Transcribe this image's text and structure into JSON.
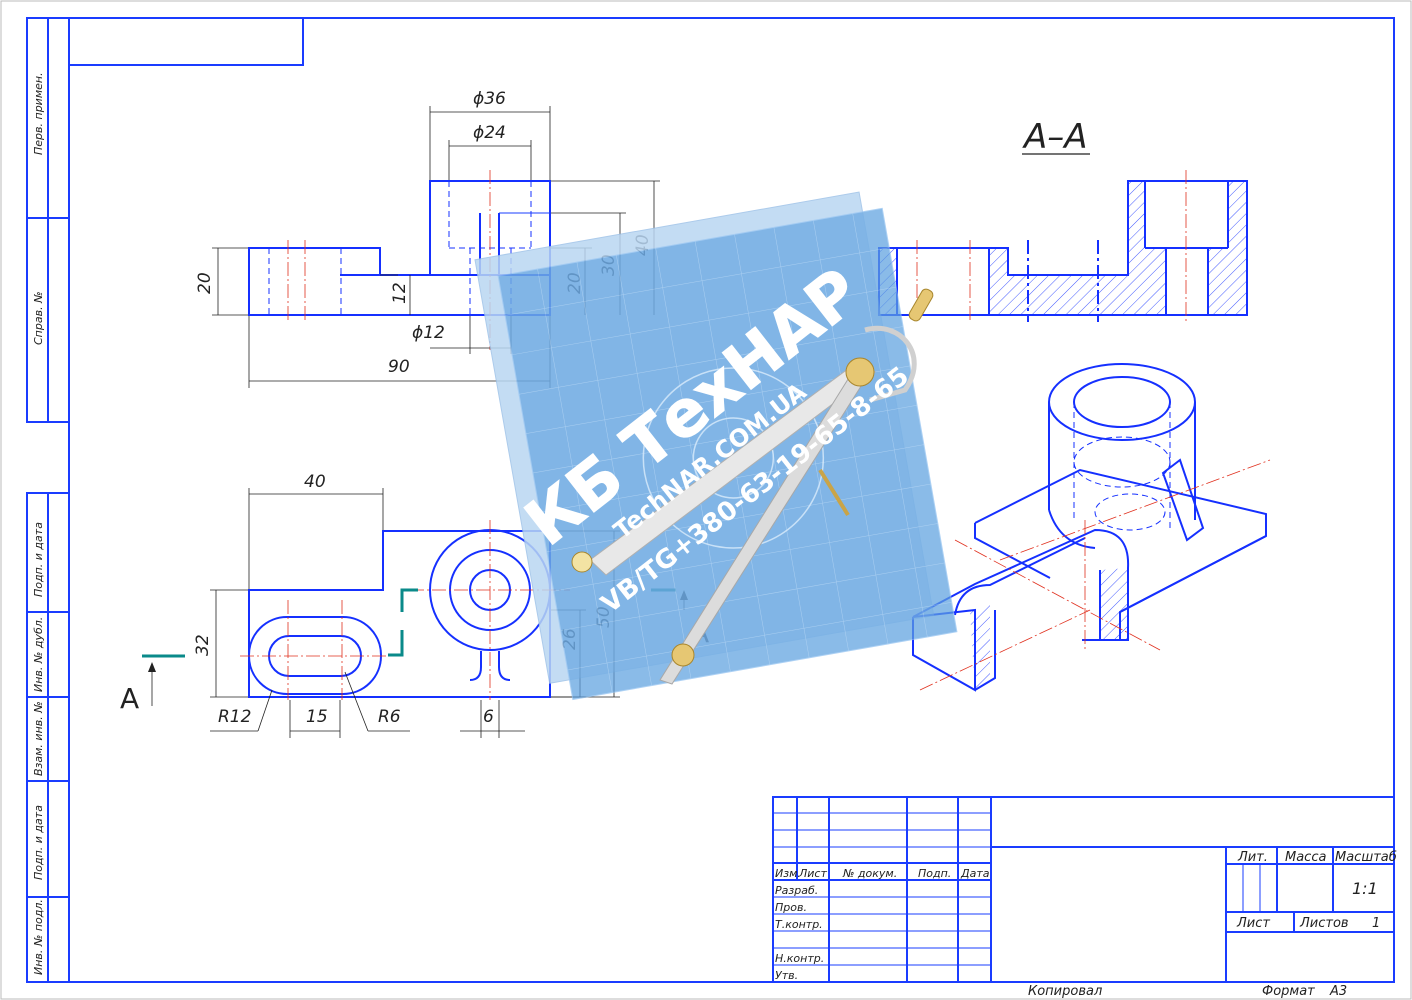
{
  "side_stamp": {
    "labels": [
      "Перв. примен.",
      "Справ. №",
      "Подп. и дата",
      "Инв. № дубл.",
      "Взам. инв. №",
      "Подп. и дата",
      "Инв. № подл."
    ]
  },
  "views": {
    "section_title": "A–A",
    "cut_label_left": "A",
    "cut_label_right": "A"
  },
  "dimensions": {
    "d36": "ϕ36",
    "d24": "ϕ24",
    "d12": "ϕ12",
    "h20_left": "20",
    "h12": "12",
    "h20_right": "20",
    "h30": "30",
    "h40": "40",
    "w90": "90",
    "w40_top": "40",
    "h32": "32",
    "h26": "26",
    "h50": "50",
    "r12": "R12",
    "w15": "15",
    "r6": "R6",
    "w6": "6"
  },
  "title_block": {
    "col_izm": "Изм.",
    "col_list": "Лист",
    "col_doc": "№ докум.",
    "col_podp": "Подп.",
    "col_data": "Дата",
    "row_razrab": "Разраб.",
    "row_prov": "Пров.",
    "row_tkontr": "Т.контр.",
    "row_nkontr": "Н.контр.",
    "row_utv": "Утв.",
    "lit": "Лит.",
    "massa": "Масса",
    "masshtab": "Масштаб",
    "scale_value": "1:1",
    "list": "Лист",
    "listov": "Листов",
    "listov_value": "1"
  },
  "footer": {
    "kopiroval": "Копировал",
    "format": "Формат",
    "format_value": "A3"
  },
  "watermark": {
    "brand": "КБ ТехНАР",
    "site": "TechNAR.COM.UA",
    "contacts": "VB/TG+380-63-19-65-8-65"
  }
}
